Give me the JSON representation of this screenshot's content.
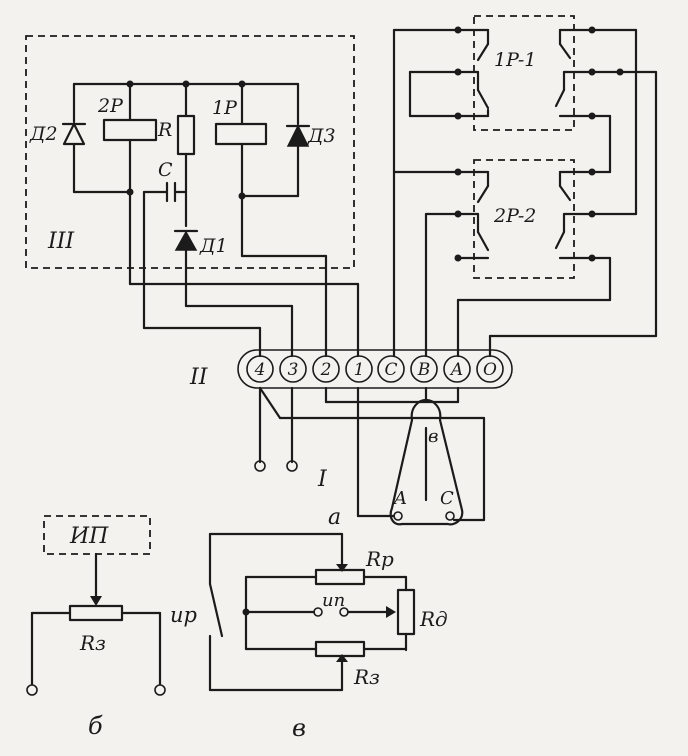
{
  "labels": {
    "relay_2r": "2P",
    "relay_1r": "1P",
    "resistor_r": "R",
    "capacitor_c": "C",
    "diode_d1": "Д1",
    "diode_d2": "Д2",
    "diode_d3": "Д3",
    "block_iii": "III",
    "block_ii": "II",
    "block_i": "I",
    "contacts_1r1": "1P-1",
    "contacts_2r2": "2P-2",
    "pot_terminal_a": "A",
    "pot_terminal_c": "C",
    "pot_terminal_b": "в",
    "fig_a": "а",
    "fig_b": "б",
    "fig_v": "в",
    "ip_box": "ИП",
    "r_z_b": "Rз",
    "r_p": "Rр",
    "r_d": "Rд",
    "r_z_v": "Rз",
    "u_r": "uр",
    "u_p": "uп"
  },
  "terminals": [
    "4",
    "3",
    "2",
    "1",
    "C",
    "B",
    "A",
    "O"
  ]
}
